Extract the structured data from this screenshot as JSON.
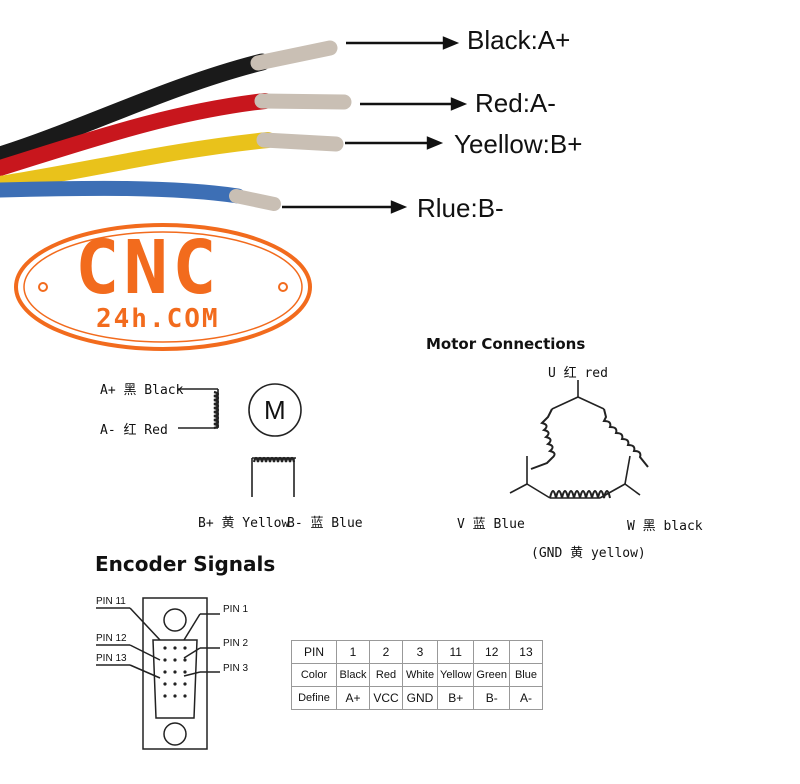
{
  "wire_labels": {
    "black": "Black:A+",
    "red": "Red:A-",
    "yellow": "Yeellow:B+",
    "blue": "Rlue:B-"
  },
  "logo": {
    "main": "CNC",
    "sub": "24h.COM",
    "color": "#f26b1d"
  },
  "motor_diagram": {
    "a_plus": "A+ 黑 Black",
    "a_minus": "A- 红 Red",
    "motor_symbol": "M",
    "b_plus": "B+ 黄 Yellow",
    "b_minus": "B- 蓝 Blue"
  },
  "motor_connections": {
    "title": "Motor Connections",
    "u": "U 红 red",
    "v": "V 蓝 Blue",
    "w": "W 黑 black",
    "gnd": "(GND 黄 yellow)"
  },
  "encoder": {
    "title": "Encoder Signals",
    "pin11": "PIN 11",
    "pin12": "PIN 12",
    "pin13": "PIN 13",
    "pin1": "PIN 1",
    "pin2": "PIN 2",
    "pin3": "PIN 3"
  },
  "signal_table": {
    "header": [
      "PIN",
      "1",
      "2",
      "3",
      "11",
      "12",
      "13"
    ],
    "color_row": [
      "Color",
      "Black",
      "Red",
      "White",
      "Yellow",
      "Green",
      "Blue"
    ],
    "define_row": [
      "Define",
      "A+",
      "VCC",
      "GND",
      "B+",
      "B-",
      "A-"
    ]
  },
  "wire_colors": {
    "black": "#1a1a1a",
    "red": "#c8161d",
    "yellow": "#e9c21b",
    "blue": "#3d6fb5",
    "copper": "#c9bfb4"
  }
}
